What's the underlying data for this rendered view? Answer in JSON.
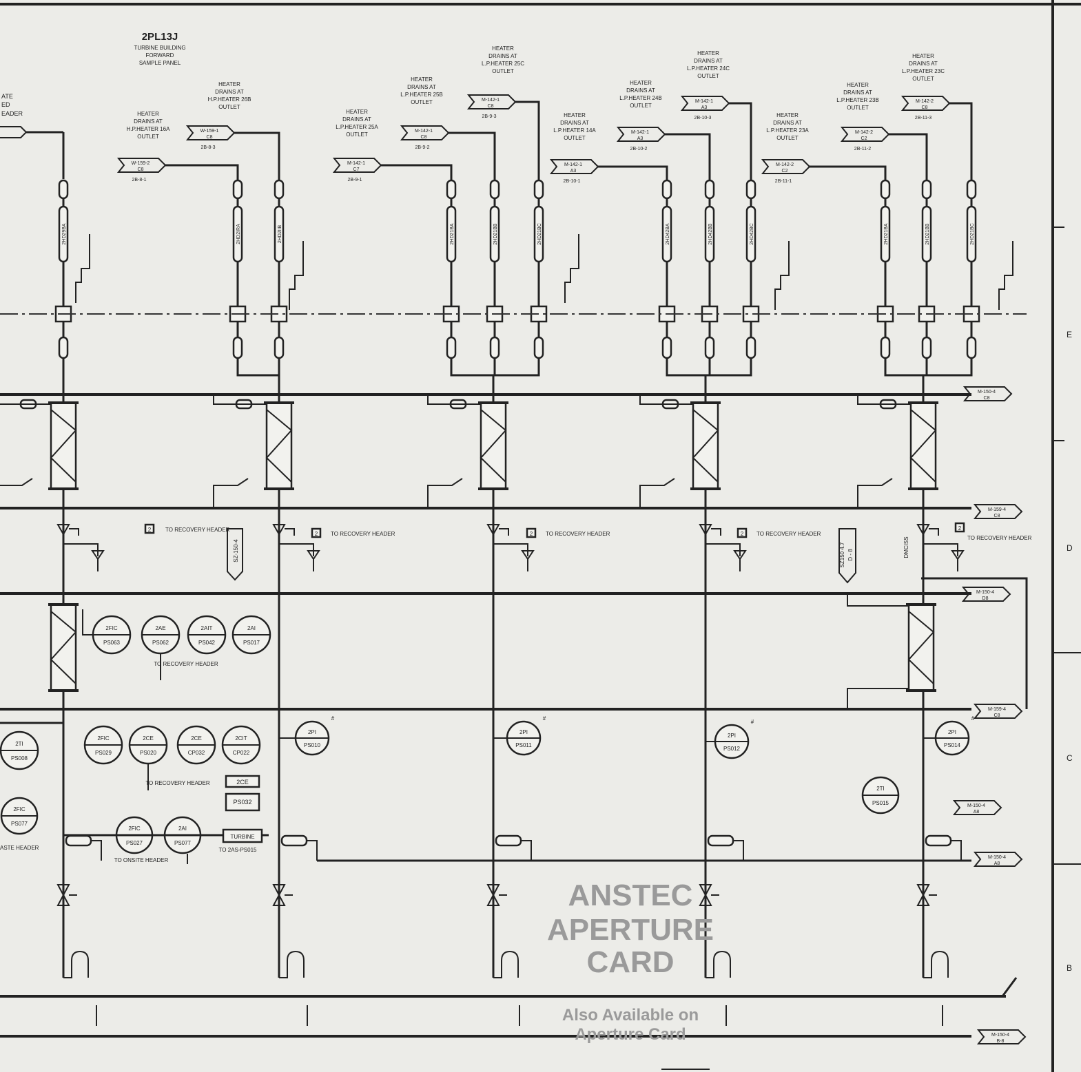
{
  "panel": {
    "tag": "2PL13J",
    "lines": [
      "TURBINE BUILDING",
      "FORWARD",
      "SAMPLE PANEL"
    ]
  },
  "heater_callouts": [
    {
      "lines": [
        "HEATER",
        "DRAINS AT",
        "H.P.HEATER 16A",
        "OUTLET"
      ],
      "ref": "W-159-2",
      "sub": "C8",
      "sheet": "2B-8-1"
    },
    {
      "lines": [
        "HEATER",
        "DRAINS AT",
        "H.P.HEATER 26B",
        "OUTLET"
      ],
      "ref": "W-159-1",
      "sub": "C8",
      "sheet": "2B-8-3"
    },
    {
      "lines": [
        "HEATER",
        "DRAINS AT",
        "L.P.HEATER 25A",
        "OUTLET"
      ],
      "ref": "M-142-1",
      "sub": "C7",
      "sheet": "2B-9-1"
    },
    {
      "lines": [
        "HEATER",
        "DRAINS AT",
        "L.P.HEATER 25B",
        "OUTLET"
      ],
      "ref": "M-142-1",
      "sub": "C8",
      "sheet": "2B-9-2"
    },
    {
      "lines": [
        "HEATER",
        "DRAINS AT",
        "L.P.HEATER 25C",
        "OUTLET"
      ],
      "ref": "M-142-1",
      "sub": "C8",
      "sheet": "2B-9-3"
    },
    {
      "lines": [
        "HEATER",
        "DRAINS AT",
        "L.P.HEATER 14A",
        "OUTLET"
      ],
      "ref": "M-142-1",
      "sub": "A3",
      "sheet": "2B-10-1"
    },
    {
      "lines": [
        "HEATER",
        "DRAINS AT",
        "L.P.HEATER 24B",
        "OUTLET"
      ],
      "ref": "M-142-1",
      "sub": "A3",
      "sheet": "2B-10-2"
    },
    {
      "lines": [
        "HEATER",
        "DRAINS AT",
        "L.P.HEATER 24C",
        "OUTLET"
      ],
      "ref": "M-142-1",
      "sub": "A3",
      "sheet": "2B-10-3"
    },
    {
      "lines": [
        "HEATER",
        "DRAINS AT",
        "L.P.HEATER 23A",
        "OUTLET"
      ],
      "ref": "M-142-2",
      "sub": "C2",
      "sheet": "2B-11-1"
    },
    {
      "lines": [
        "HEATER",
        "DRAINS AT",
        "L.P.HEATER 23B",
        "OUTLET"
      ],
      "ref": "M-142-2",
      "sub": "C2",
      "sheet": "2B-11-2"
    },
    {
      "lines": [
        "HEATER",
        "DRAINS AT",
        "L.P.HEATER 23C",
        "OUTLET"
      ],
      "ref": "M-142-2",
      "sub": "C8",
      "sheet": "2B-11-3"
    }
  ],
  "line_tags": [
    "2HD29BA",
    "2HD2IRA",
    "2HD2IIB",
    "2HD21BA",
    "2HD21BB",
    "2HD21BC",
    "2HD42BA",
    "2HD42BB",
    "2HD42BC",
    "2HD21BA",
    "2HD21BB",
    "2HD21BC"
  ],
  "recovery_labels": [
    "TO RECOVERY HEADER",
    "TO RECOVERY HEADER",
    "TO RECOVERY HEADER",
    "TO RECOVERY HEADER",
    "TO RECOVERY HEADER"
  ],
  "instrument_bubbles_row1": [
    {
      "top": "2FIC",
      "bot": "PS063"
    },
    {
      "top": "2AE",
      "bot": "PS062"
    },
    {
      "top": "2AIT",
      "bot": "PS042"
    },
    {
      "top": "2AI",
      "bot": "PS017"
    }
  ],
  "instrument_bubbles_row2": [
    {
      "top": "2TI",
      "bot": "PS008"
    },
    {
      "top": "2FIC",
      "bot": "PS029"
    },
    {
      "top": "2CE",
      "bot": "PS020"
    },
    {
      "top": "2CE",
      "bot": "CP032"
    },
    {
      "top": "2CIT",
      "bot": "CP022"
    }
  ],
  "pressure_indicators": [
    {
      "top": "2PI",
      "bot": "PS010"
    },
    {
      "top": "2PI",
      "bot": "PS011"
    },
    {
      "top": "2PI",
      "bot": "PS012"
    },
    {
      "top": "2PI",
      "bot": "PS014"
    }
  ],
  "misc_bubbles": [
    {
      "top": "2TI",
      "bot": "PS015"
    },
    {
      "top": "2FIC",
      "bot": "PS077"
    },
    {
      "top": "2FIC",
      "bot": "PS027"
    },
    {
      "top": "2AI",
      "bot": "PS077"
    }
  ],
  "misc_labels": {
    "recovery_header_1": "TO RECOVERY HEADER",
    "recovery_header_2": "TO RECOVERY HEADER",
    "onsite_header": "TO ONSITE HEADER",
    "to_2as": "TO 2AS-PS015",
    "ce_box": "2CE",
    "ps032_box": "PS032",
    "waste_header": "ASTE HEADER",
    "turbine_box": "TURBINE",
    "off_top": "ATE",
    "off_mid": "ED",
    "off_bot": "EADER"
  },
  "offsheet_refs": [
    {
      "ref": "M-150-4",
      "sub": "C8"
    },
    {
      "ref": "M-159-4",
      "sub": "C8"
    },
    {
      "ref": "M-150-4",
      "sub": "D8"
    },
    {
      "ref": "M-159-4",
      "sub": "C8"
    },
    {
      "ref": "M-150-4",
      "sub": "A8"
    },
    {
      "ref": "M-150-4",
      "sub": "A8"
    },
    {
      "ref": "M-150-4",
      "sub": "B-8"
    }
  ],
  "vertical_refs": [
    "SZ-150-4",
    "SZ150 4.7",
    "D - 8",
    "DMCISS"
  ],
  "stamp": {
    "line1": "ANSTEC",
    "line2": "APERTURE",
    "line3": "CARD",
    "line4": "Also Available on",
    "line5": "Aperture Card"
  },
  "margin_letters": [
    "E",
    "D",
    "C",
    "B"
  ]
}
